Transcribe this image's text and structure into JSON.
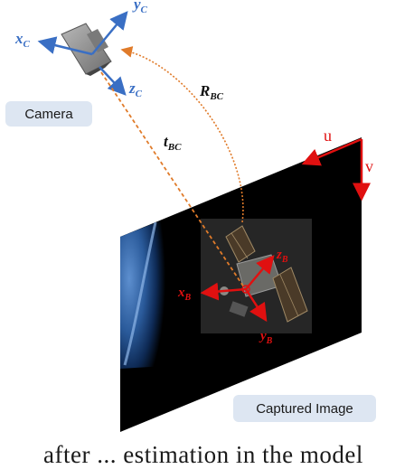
{
  "labels": {
    "camera": "Camera",
    "captured_image": "Captured Image",
    "R_BC": "R",
    "R_BC_sub": "BC",
    "t_BC": "t",
    "t_BC_sub": "BC",
    "u": "u",
    "v": "v",
    "x_C": "x",
    "y_C": "y",
    "z_C": "z",
    "C_sub": "C",
    "x_B": "x",
    "y_B": "y",
    "z_B": "z",
    "B_sub": "B"
  },
  "caption_fragment": "after ... estimation in the model",
  "colors": {
    "axis_blue": "#3a6fc4",
    "axis_red": "#e01010",
    "dashed_orange": "#e07b2a",
    "tag_bg": "#dde6f2",
    "plane": "#000000"
  }
}
